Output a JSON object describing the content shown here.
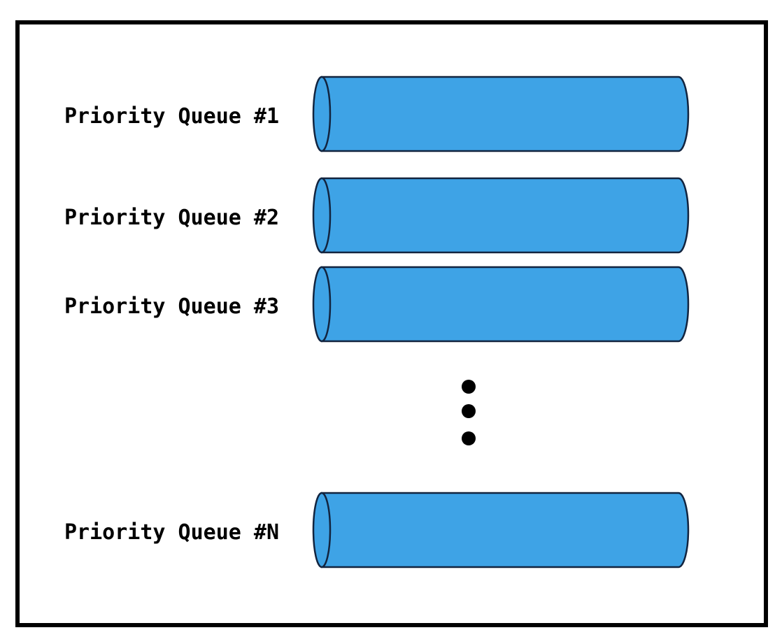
{
  "colors": {
    "queue_fill": "#3EA3E6",
    "queue_stroke": "#12243F",
    "frame": "#000000",
    "text": "#000000"
  },
  "queues": [
    {
      "label": "Priority Queue #1"
    },
    {
      "label": "Priority Queue #2"
    },
    {
      "label": "Priority Queue #3"
    },
    {
      "label": "Priority Queue #N"
    }
  ],
  "ellipsis": {
    "dot_count": 3,
    "icon": "vertical-ellipsis-icon"
  }
}
